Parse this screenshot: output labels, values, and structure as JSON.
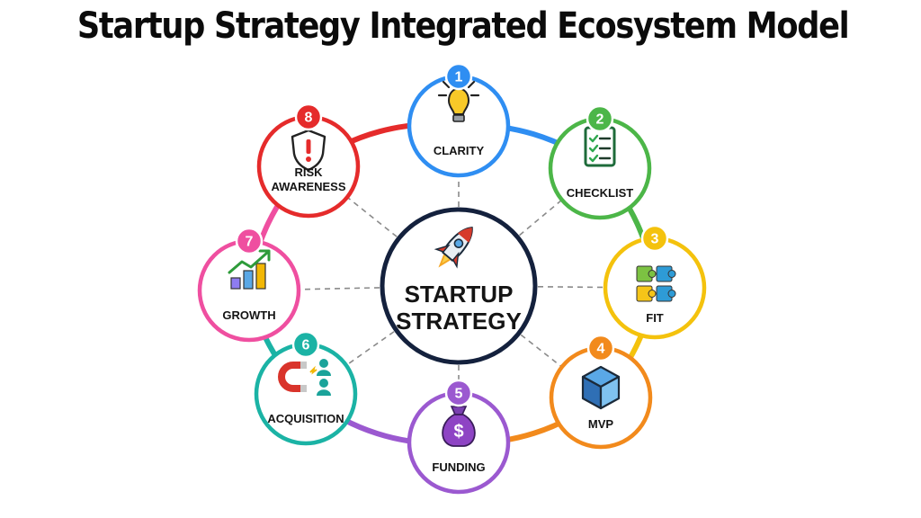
{
  "title": "Startup Strategy Integrated Ecosystem Model",
  "center": {
    "line1": "STARTUP",
    "line2": "STRATEGY",
    "icon": "rocket-icon"
  },
  "nodes": [
    {
      "number": "1",
      "label": [
        "CLARITY"
      ],
      "icon": "lightbulb-icon",
      "color": "#2f8ef2"
    },
    {
      "number": "2",
      "label": [
        "CHECKLIST"
      ],
      "icon": "clipboard-checklist-icon",
      "color": "#4cb648"
    },
    {
      "number": "3",
      "label": [
        "FIT"
      ],
      "icon": "puzzle-icon",
      "color": "#f4c20d"
    },
    {
      "number": "4",
      "label": [
        "MVP"
      ],
      "icon": "cube-icon",
      "color": "#f28a1c"
    },
    {
      "number": "5",
      "label": [
        "FUNDING"
      ],
      "icon": "money-bag-icon",
      "color": "#9b59d0"
    },
    {
      "number": "6",
      "label": [
        "ACQUISITION"
      ],
      "icon": "magnet-users-icon",
      "color": "#1bb3a5"
    },
    {
      "number": "7",
      "label": [
        "GROWTH"
      ],
      "icon": "growth-chart-icon",
      "color": "#ef4fa0"
    },
    {
      "number": "8",
      "label": [
        "RISK",
        "AWARENESS"
      ],
      "icon": "shield-alert-icon",
      "color": "#e52b2b"
    }
  ]
}
